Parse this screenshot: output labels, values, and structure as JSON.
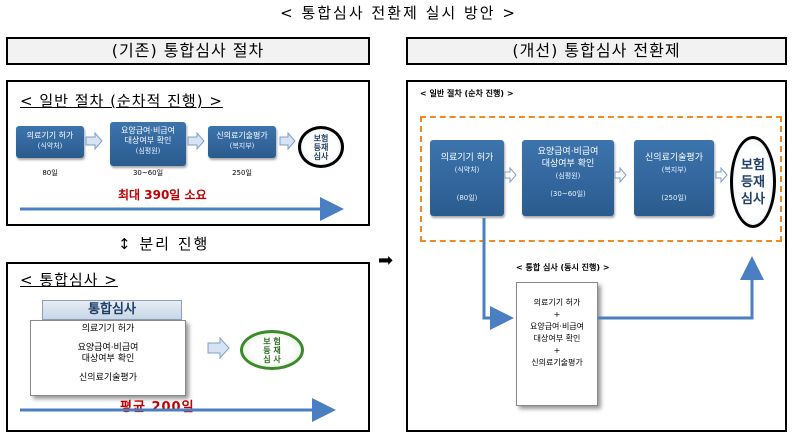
{
  "title": "< 통합심사 전환제 실시 방안 >",
  "left": {
    "header": "(기존) 통합심사 절차",
    "general": {
      "title": "< 일반 절차 (순차적 진행) >",
      "steps": [
        {
          "name": "의료기기 허가",
          "org": "(식약처)",
          "days": "80일"
        },
        {
          "name1": "요양급여·비급여",
          "name2": "대상여부 확인",
          "org": "(심평원)",
          "days": "30~60일"
        },
        {
          "name": "신의료기술평가",
          "org": "(복지부)",
          "days": "250일"
        }
      ],
      "final": [
        "보험",
        "등재",
        "심사"
      ],
      "total": "최대 390일 소요"
    },
    "separate": "↕ 분리 진행",
    "integrated": {
      "title": "< 통합심사 >",
      "box_title": "통합심사",
      "items": [
        "의료기기 허가",
        "요양급여·비급여",
        "대상여부 확인",
        "신의료기술평가"
      ],
      "final": [
        "보 험",
        "등 재",
        "심 사"
      ],
      "average": "평균 200일"
    }
  },
  "right": {
    "header": "(개선) 통합심사 전환제",
    "general": {
      "title": "< 일반 절차 (순차 진행) >",
      "steps": [
        {
          "name": "의료기기 허가",
          "org": "(식약처)",
          "days": "(80일)"
        },
        {
          "name1": "요양급여·비급여",
          "name2": "대상여부 확인",
          "org": "(심평원)",
          "days": "(30~60일)"
        },
        {
          "name": "신의료기술평가",
          "org": "(복지부)",
          "days": "(250일)"
        }
      ],
      "final": [
        "보험",
        "등재",
        "심사"
      ]
    },
    "integrated": {
      "title": "< 통합 심사 (동시 진행) >",
      "items": [
        "의료기기 허가",
        "+",
        "요양급여·비급여",
        "대상여부 확인",
        "+",
        "신의료기술평가"
      ]
    }
  },
  "colors": {
    "blue": "#2f5f95",
    "orange": "#f08a24",
    "red": "#c00000",
    "green": "#3c8a2c",
    "arrow": "#4a7fc1"
  }
}
